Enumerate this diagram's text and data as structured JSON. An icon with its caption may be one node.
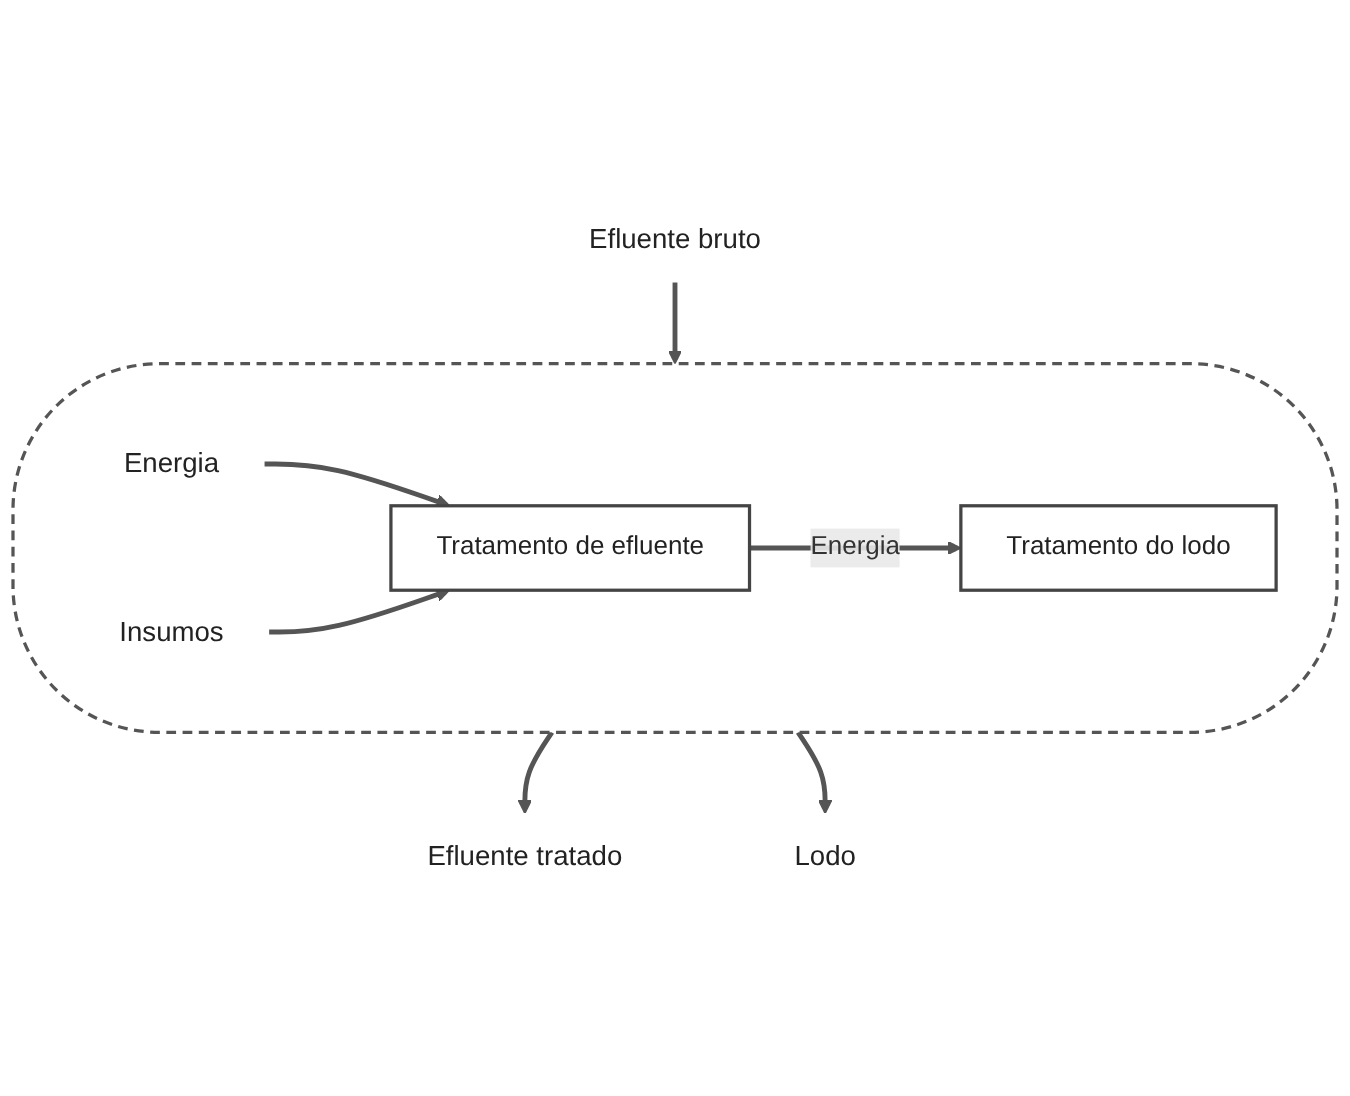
{
  "diagram": {
    "nodes": [
      {
        "text": [],
        "shape": "stadium"
      },
      {
        "text": [
          "Efluente bruto"
        ]
      },
      {
        "text": [
          "Energia"
        ],
        "in": 0
      },
      {
        "text": [
          "Insumos"
        ],
        "in": 0
      },
      {
        "text": [
          "Tratamento de efluente"
        ],
        "in": 0
      },
      {
        "text": [
          "Tratamento do lodo"
        ],
        "in": 0
      },
      {
        "text": [
          "Efluente tratado"
        ]
      },
      {
        "text": [
          "Lodo"
        ]
      }
    ],
    "edges": [
      {
        "from": 1,
        "to": 0,
        "arrow": "to"
      },
      {
        "from": 2,
        "to": 4,
        "arrow": "to"
      },
      {
        "from": 3,
        "to": 4,
        "arrow": "to"
      },
      {
        "from": 4,
        "to": 5,
        "label": "Energia",
        "arrow": "to"
      },
      {
        "from": 0,
        "to": 6,
        "arrow": "to"
      },
      {
        "from": 0,
        "to": 7,
        "arrow": "to"
      }
    ]
  }
}
